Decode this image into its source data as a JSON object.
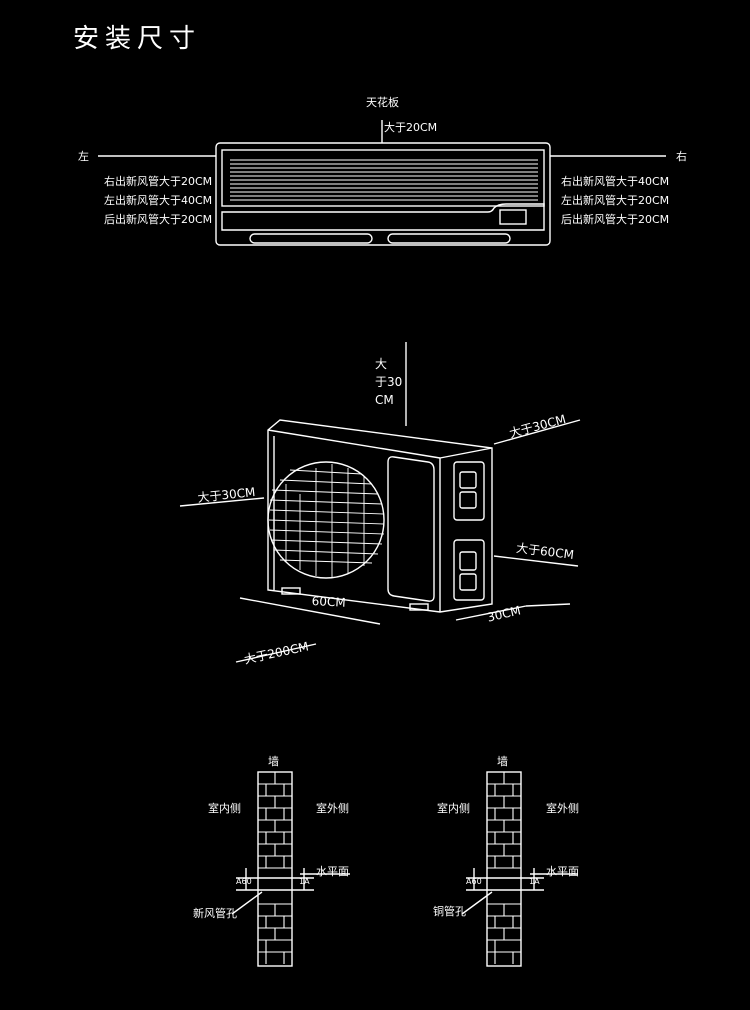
{
  "page": {
    "title": "安装尺寸"
  },
  "indoor_unit": {
    "ceiling": "天花板",
    "ceiling_clearance": "大于20CM",
    "left": "左",
    "right": "右",
    "left_notes": [
      "右出新风管大于20CM",
      "左出新风管大于40CM",
      "后出新风管大于20CM"
    ],
    "right_notes": [
      "右出新风管大于40CM",
      "左出新风管大于20CM",
      "后出新风管大于20CM"
    ]
  },
  "outdoor_unit": {
    "top_line1": "大",
    "top_line2": "于30",
    "top_line3": "CM",
    "right_top": "大于30CM",
    "left": "大于30CM",
    "right_side": "大于60CM",
    "width": "60CM",
    "depth": "30CM",
    "front": "大于200CM"
  },
  "wall_fresh": {
    "wall": "墙",
    "inside": "室内侧",
    "outside": "室外侧",
    "level": "水平面",
    "angle_left": "A60",
    "angle_right": "1A",
    "hole": "新风管孔"
  },
  "wall_copper": {
    "wall": "墙",
    "inside": "室内侧",
    "outside": "室外侧",
    "level": "水平面",
    "angle_left": "A60",
    "angle_right": "1A",
    "hole": "铜管孔"
  }
}
